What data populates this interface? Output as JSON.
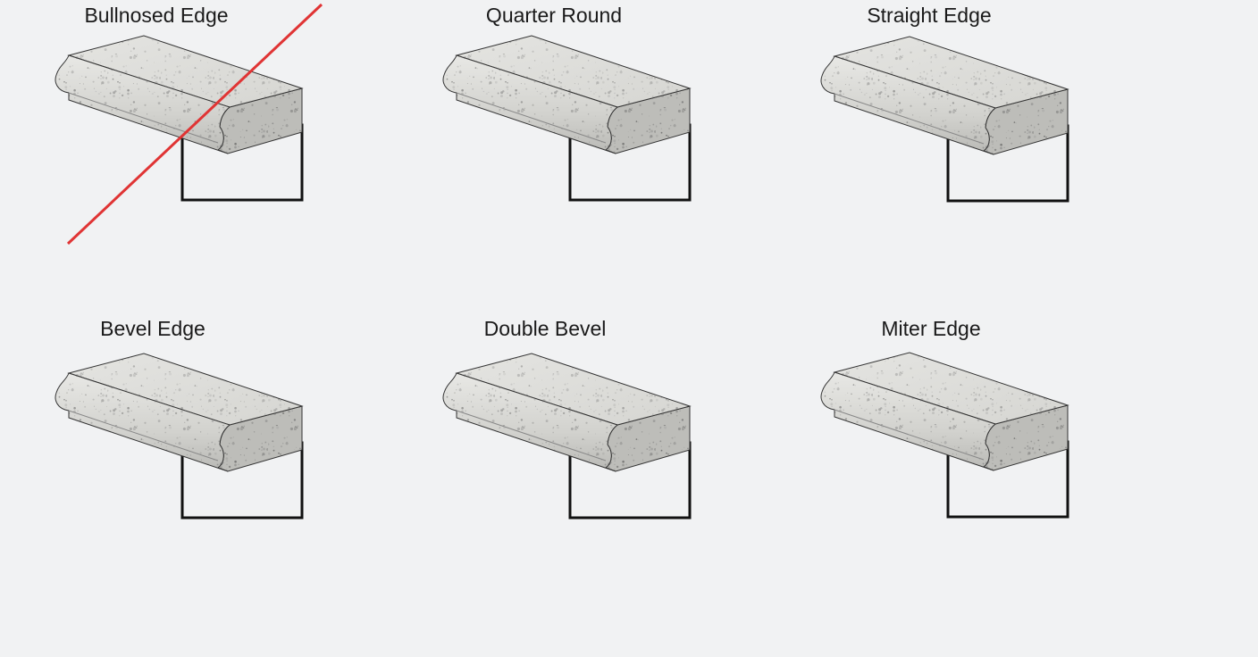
{
  "profiles": [
    {
      "label": "Bullnosed Edge",
      "crossed_out": true
    },
    {
      "label": "Quarter Round",
      "crossed_out": false
    },
    {
      "label": "Straight Edge",
      "crossed_out": false
    },
    {
      "label": "Bevel Edge",
      "crossed_out": false
    },
    {
      "label": "Double Bevel",
      "crossed_out": false
    },
    {
      "label": "Miter Edge",
      "crossed_out": false
    }
  ],
  "colors": {
    "background": "#f1f2f3",
    "strike": "#e03434",
    "outline": "#111111",
    "stone": "#dcdcd8"
  }
}
